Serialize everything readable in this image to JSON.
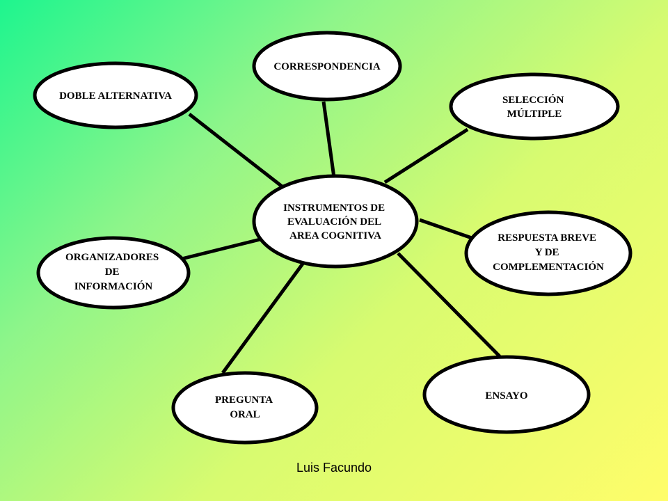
{
  "diagram": {
    "center": {
      "lines": [
        "INSTRUMENTOS DE",
        "EVALUACIÓN DEL",
        "AREA COGNITIVA"
      ]
    },
    "nodes": [
      {
        "id": "doble-alternativa",
        "lines": [
          "DOBLE ALTERNATIVA"
        ]
      },
      {
        "id": "correspondencia",
        "lines": [
          "CORRESPONDENCIA"
        ]
      },
      {
        "id": "seleccion-multiple",
        "lines": [
          "SELECCIÓN",
          "MÚLTIPLE"
        ]
      },
      {
        "id": "respuesta-breve",
        "lines": [
          "RESPUESTA BREVE",
          "Y DE",
          "COMPLEMENTACIÓN"
        ]
      },
      {
        "id": "ensayo",
        "lines": [
          "ENSAYO"
        ]
      },
      {
        "id": "pregunta-oral",
        "lines": [
          "PREGUNTA",
          "ORAL"
        ]
      },
      {
        "id": "organizadores",
        "lines": [
          "ORGANIZADORES",
          "DE",
          "INFORMACIÓN"
        ]
      }
    ]
  },
  "footer": {
    "author": "Luis Facundo"
  }
}
